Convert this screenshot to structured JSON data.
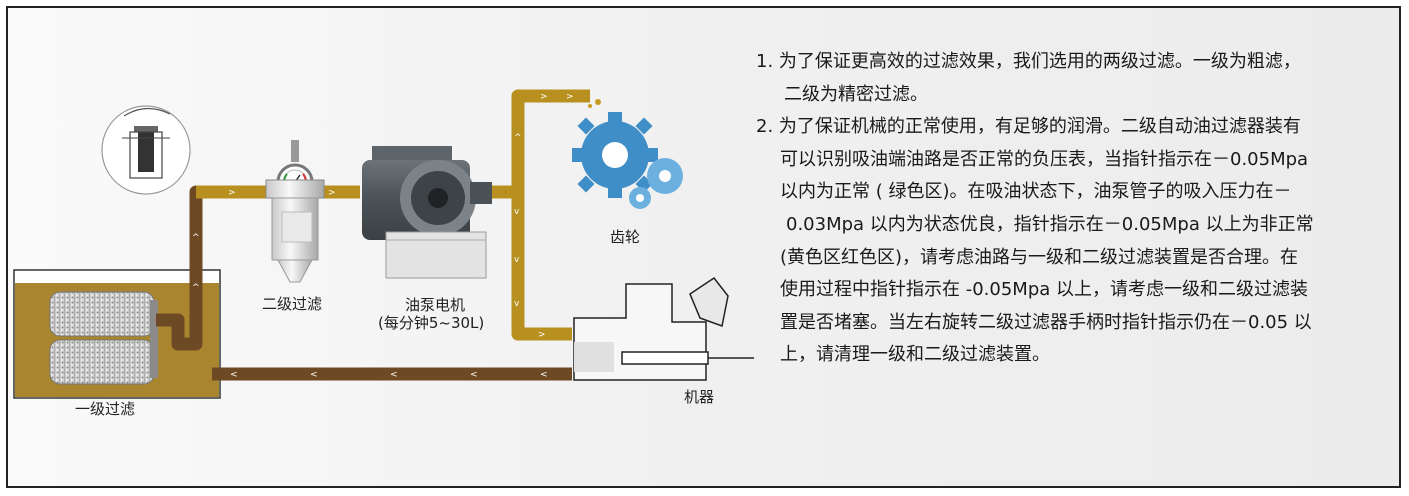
{
  "colors": {
    "pipe_oil": "#b8901f",
    "pipe_return": "#6e4a24",
    "tank_oil": "#a07e2e",
    "gear_blue": "#3f8ec8",
    "gear_blue_light": "#6bb0de",
    "machine_fill": "#f7f7f7",
    "machine_stroke": "#222222"
  },
  "icons": [
    "filter-cartridge-icon",
    "pressure-gauge-icon",
    "oil-pump-motor-icon",
    "gear-icon",
    "machine-spindle-icon",
    "inset-filter-icon",
    "flow-arrow-icon"
  ],
  "labels": {
    "primary_filter": "一级过滤",
    "secondary_filter": "二级过滤",
    "pump_motor": "油泵电机",
    "pump_flow": "(每分钟5~30L)",
    "gear": "齿轮",
    "machine": "机器"
  },
  "notes": {
    "line1": "1. 为了保证更高效的过滤效果，我们选用的两级过滤。一级为粗滤，",
    "line2": "二级为精密过滤。",
    "line3": "2. 为了保证机械的正常使用，有足够的润滑。二级自动油过滤器装有",
    "line4": "可以识别吸油端油路是否正常的负压表，当指针指示在－0.05Mpa",
    "line5": "以内为正常 ( 绿色区)。在吸油状态下，油泵管子的吸入压力在－",
    "line6": "0.03Mpa 以内为状态优良，指针指示在－0.05Mpa 以上为非正常",
    "line7": "(黄色区红色区)，请考虑油路与一级和二级过滤装置是否合理。在",
    "line8": "使用过程中指针指示在 -0.05Mpa 以上，请考虑一级和二级过滤装",
    "line9": "置是否堵塞。当左右旋转二级过滤器手柄时指针指示仍在－0.05 以",
    "line10": "上，请清理一级和二级过滤装置。"
  }
}
